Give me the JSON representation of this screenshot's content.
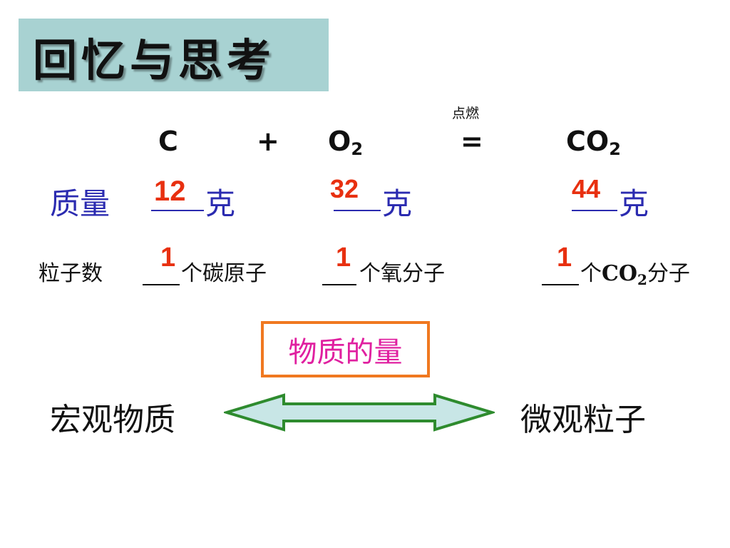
{
  "title": "回忆与思考",
  "equation": {
    "condition": "点燃",
    "reactant1": "C",
    "plus": "+",
    "reactant2_base": "O",
    "reactant2_sub": "2",
    "equals": "=",
    "product_base": "CO",
    "product_sub": "2"
  },
  "mass_row": {
    "label": "质量",
    "unit": "克",
    "values": [
      "12",
      "32",
      "44"
    ]
  },
  "particle_row": {
    "label": "粒子数",
    "counts": [
      "1",
      "1",
      "1"
    ],
    "item1": "个碳原子",
    "item2": "个氧分子",
    "item3_prefix": "个",
    "item3_formula_base": "CO",
    "item3_formula_sub": "2",
    "item3_suffix": "分子"
  },
  "concept_box": "物质的量",
  "macro_label": "宏观物质",
  "micro_label": "微观粒子",
  "colors": {
    "title_bg": "#a8d2d2",
    "mass_text": "#2b2bb0",
    "answer_red": "#e83010",
    "box_border": "#f07820",
    "concept_text": "#e020a0",
    "arrow_stroke": "#2e8b2e",
    "arrow_fill": "#c8e6e6"
  }
}
